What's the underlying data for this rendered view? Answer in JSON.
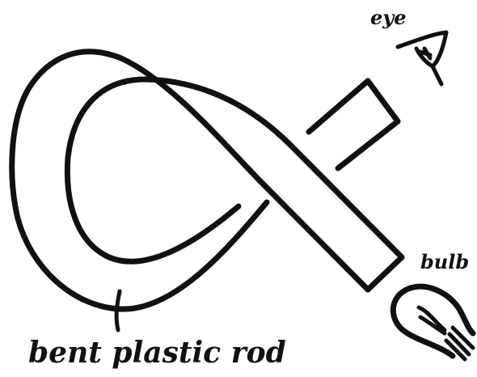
{
  "labels": {
    "eye": "eye",
    "bulb": "bulb",
    "rod": "bent plastic rod"
  },
  "colors": {
    "ink": "#111111",
    "paper": "#ffffff"
  }
}
